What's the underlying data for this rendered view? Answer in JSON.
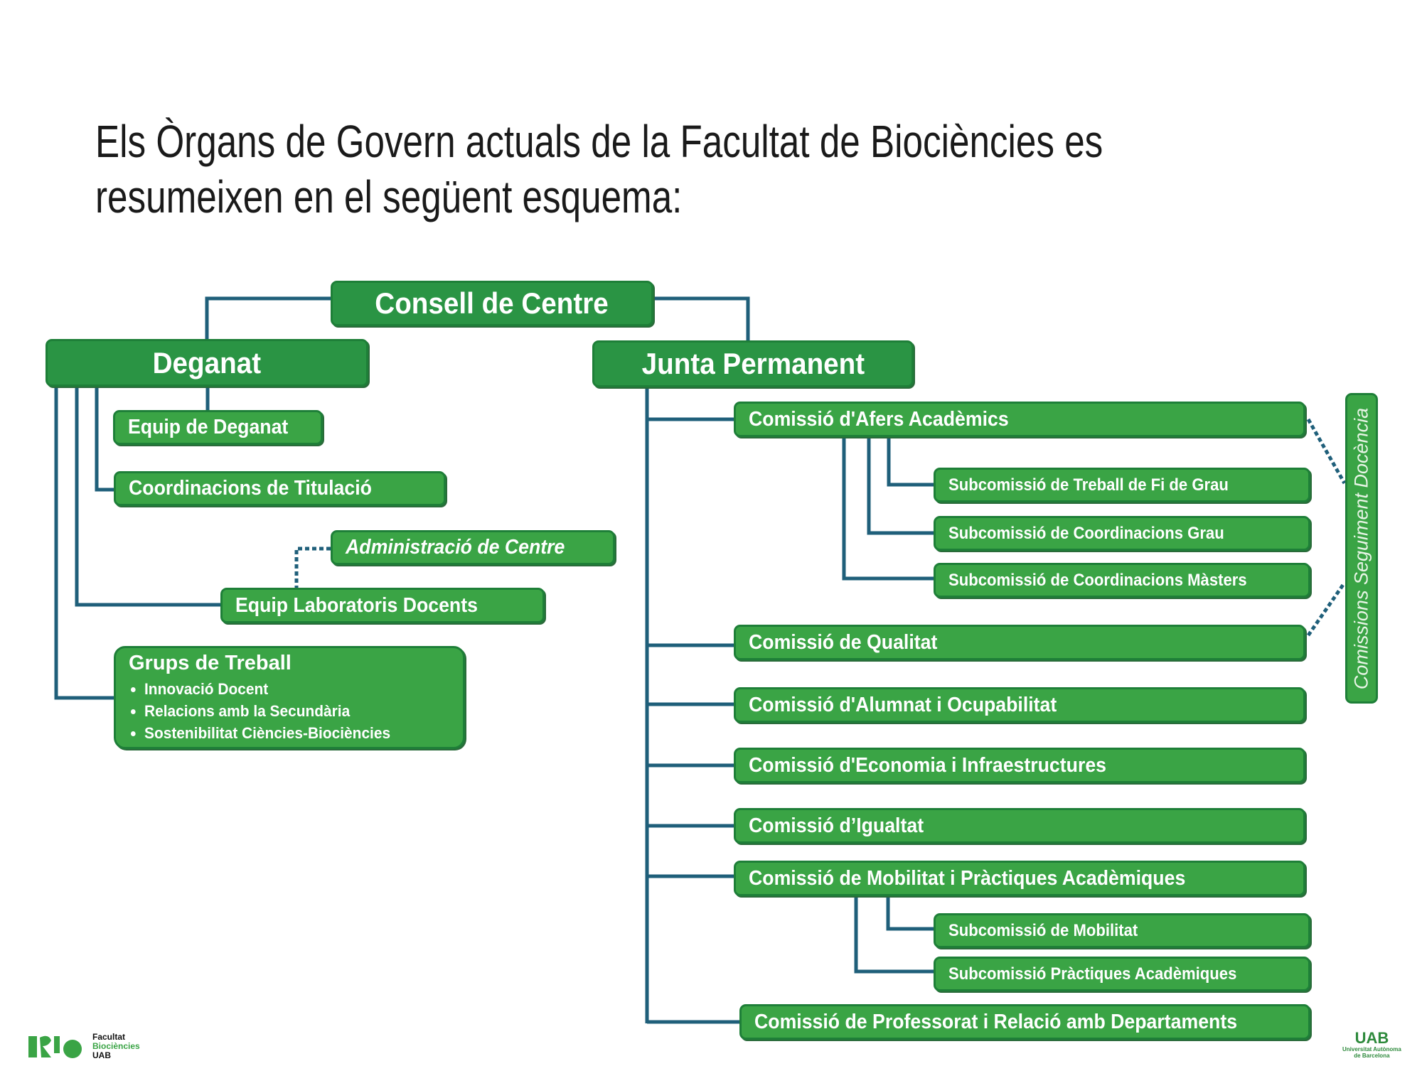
{
  "title": {
    "line1": "Els Òrgans de Govern actuals de la Facultat de Biociències es",
    "line2": "resumeixen en el següent esquema:"
  },
  "colors": {
    "box_fill": "#3aa445",
    "box_border": "#1e7f38",
    "connector": "#1f5f7a"
  },
  "top": "Consell de Centre",
  "deganat": {
    "label": "Deganat",
    "children": [
      "Equip de Deganat",
      "Coordinacions de Titulació",
      "Administració de Centre",
      "Equip Laboratoris Docents"
    ],
    "grups": {
      "label": "Grups de Treball",
      "items": [
        "Innovació Docent",
        "Relacions amb la Secundària",
        "Sostenibilitat Ciències-Biociències"
      ]
    }
  },
  "junta": {
    "label": "Junta Permanent",
    "comissions": [
      "Comissió d'Afers Acadèmics",
      "Comissió de Qualitat",
      "Comissió d'Alumnat i Ocupabilitat",
      "Comissió d'Economia i Infraestructures",
      "Comissió d’Igualtat",
      "Comissió de Mobilitat i Pràctiques Acadèmiques",
      "Comissió de Professorat i Relació amb Departaments"
    ],
    "afers_subs": [
      "Subcomissió de Treball de Fi de Grau",
      "Subcomissió de Coordinacions Grau",
      "Subcomissió de Coordinacions Màsters"
    ],
    "mobilitat_subs": [
      "Subcomissió de Mobilitat",
      "Subcomissió Pràctiques Acadèmiques"
    ]
  },
  "seguiment": "Comissions Seguiment Docència",
  "footer": {
    "faculty_logo": {
      "line1": "Facultat",
      "line2": "Biociències",
      "line3": "UAB"
    },
    "uab_logo": {
      "abbr": "UAB",
      "line1": "Universitat Autònoma",
      "line2": "de Barcelona"
    }
  }
}
